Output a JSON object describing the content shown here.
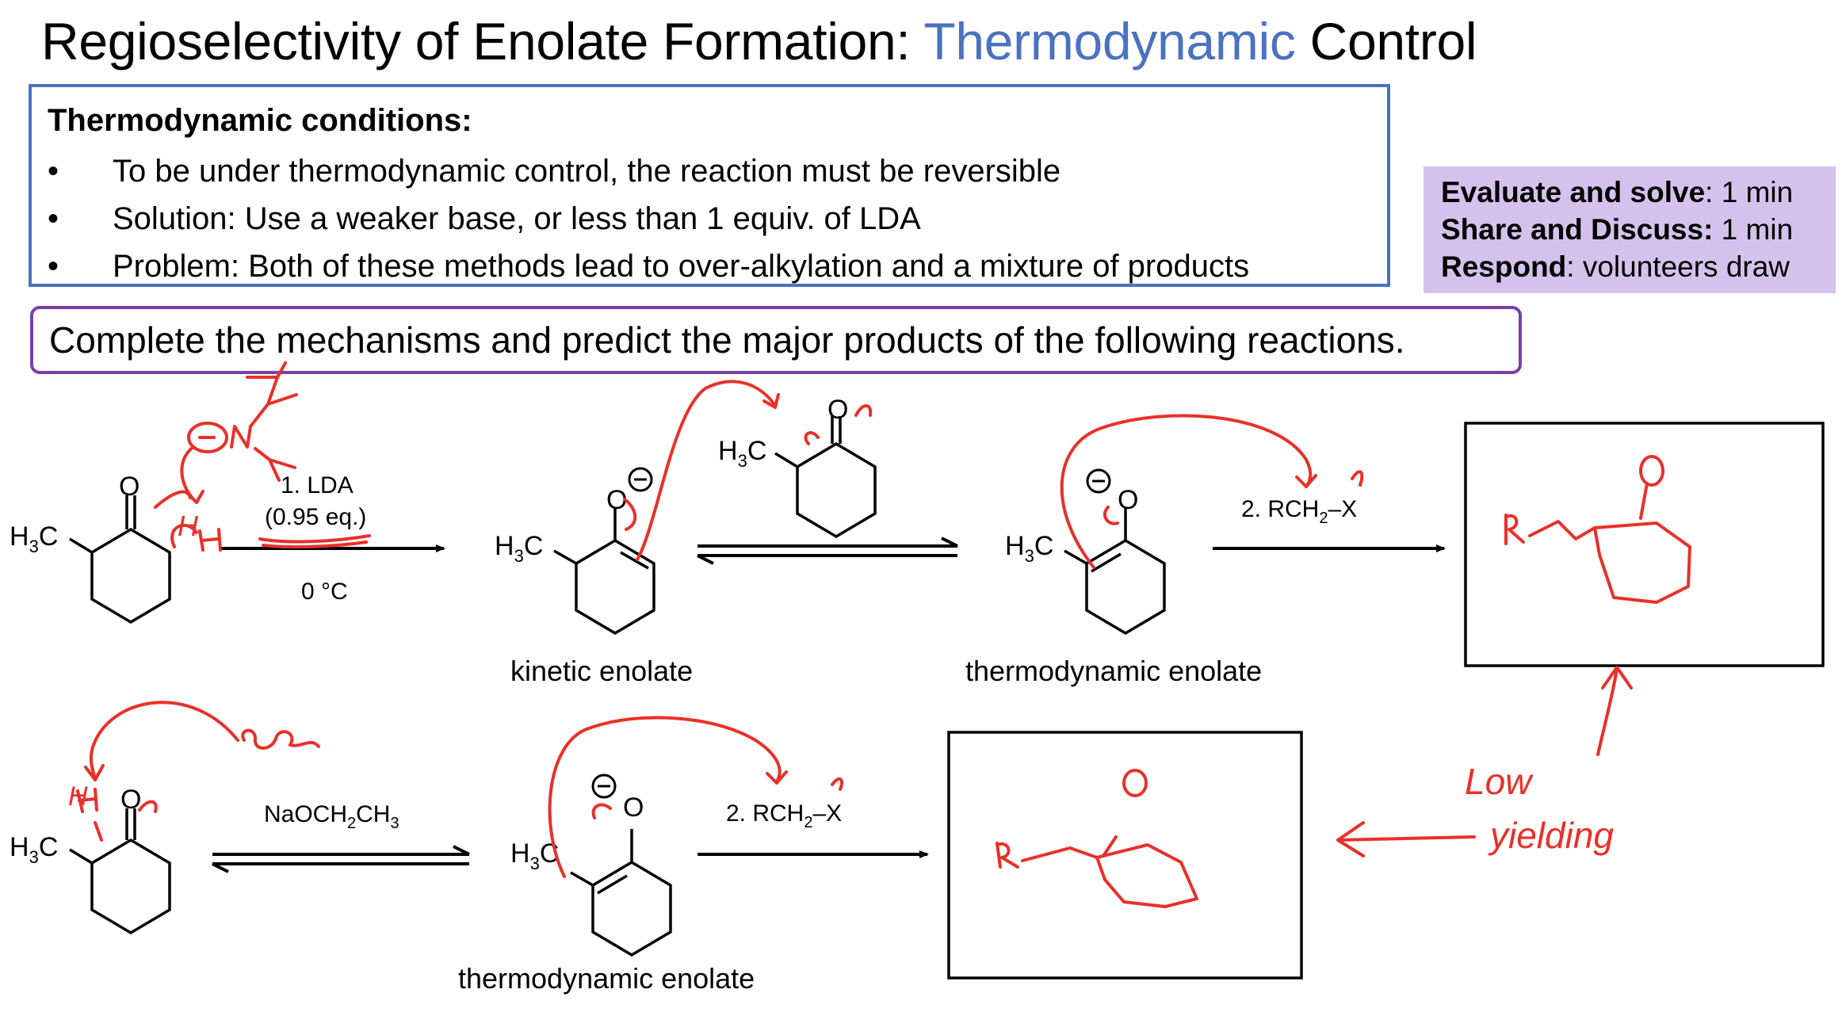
{
  "title": {
    "prefix": "Regioselectivity of Enolate Formation: ",
    "accent": "Thermodynamic",
    "suffix": " Control"
  },
  "conditions": {
    "heading": "Thermodynamic conditions:",
    "bullets": [
      "To be under thermodynamic control, the reaction must be reversible",
      "Solution: Use a weaker base, or less than 1 equiv. of LDA",
      "Problem: Both of these methods lead to over-alkylation and a mixture of products"
    ]
  },
  "timer": {
    "evaluate_label": "Evaluate and solve",
    "evaluate_time": ": 1 min",
    "share_label": "Share and Discuss:",
    "share_time": " 1 min",
    "respond_label": "Respond",
    "respond_text": ": volunteers draw"
  },
  "task": "Complete the mechanisms and predict the major products of the following reactions.",
  "reaction1": {
    "reagent_step1": "1. LDA",
    "reagent_equiv": "(0.95 eq.)",
    "temperature": "0 °C",
    "kinetic_label": "kinetic enolate",
    "thermo_label": "thermodynamic enolate",
    "reagent_step2": "2. RCH",
    "reagent_step2_tail": "–X"
  },
  "reaction2": {
    "base_prefix": "NaOCH",
    "base_mid": "CH",
    "thermo_label": "thermodynamic enolate",
    "reagent_step2": "2. RCH",
    "reagent_step2_tail": "–X"
  },
  "atoms": {
    "methyl": "H",
    "methyl_tail": "C",
    "oxygen": "O",
    "sub3": "3",
    "sub2": "2",
    "minus": "−"
  },
  "annotations": {
    "h": "H",
    "ho": "H",
    "r": "R",
    "note_low": "Low",
    "note_yield": "yielding"
  },
  "colors": {
    "accent": "#4a72c0",
    "purple": "#7a3fa8",
    "timer_bg": "#d5c2ec",
    "annotation": "#e8302a"
  }
}
